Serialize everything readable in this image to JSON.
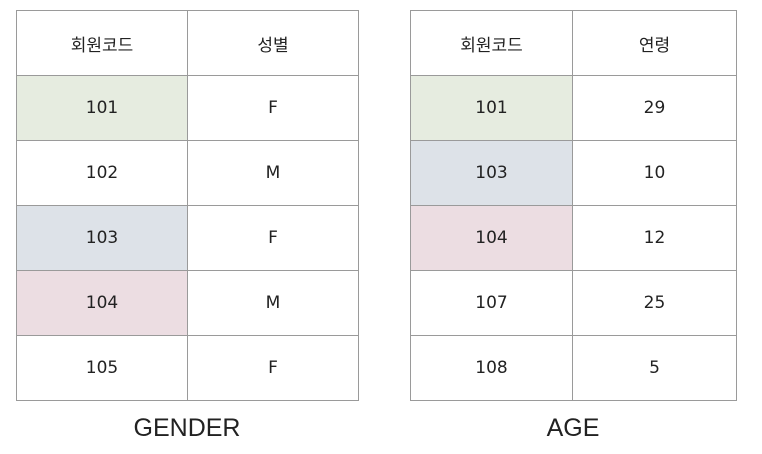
{
  "colors": {
    "green_highlight": "#e6ece0",
    "blue_highlight": "#dde2e8",
    "pink_highlight": "#ecdde2",
    "border": "#9a9a9a"
  },
  "gender_table": {
    "caption": "GENDER",
    "headers": [
      "회원코드",
      "성별"
    ],
    "rows": [
      {
        "code": "101",
        "value": "F",
        "highlight": "green"
      },
      {
        "code": "102",
        "value": "M",
        "highlight": "none"
      },
      {
        "code": "103",
        "value": "F",
        "highlight": "blue"
      },
      {
        "code": "104",
        "value": "M",
        "highlight": "pink"
      },
      {
        "code": "105",
        "value": "F",
        "highlight": "none"
      }
    ]
  },
  "age_table": {
    "caption": "AGE",
    "headers": [
      "회원코드",
      "연령"
    ],
    "rows": [
      {
        "code": "101",
        "value": "29",
        "highlight": "green"
      },
      {
        "code": "103",
        "value": "10",
        "highlight": "blue"
      },
      {
        "code": "104",
        "value": "12",
        "highlight": "pink"
      },
      {
        "code": "107",
        "value": "25",
        "highlight": "none"
      },
      {
        "code": "108",
        "value": "5",
        "highlight": "none"
      }
    ]
  }
}
